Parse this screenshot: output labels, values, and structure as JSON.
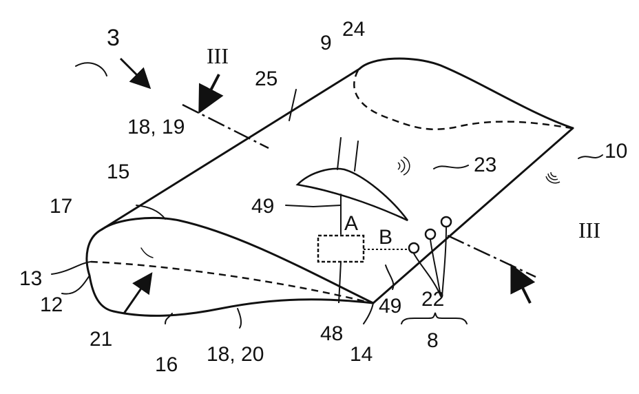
{
  "figure": {
    "ref_3": "3",
    "section_left": "III",
    "section_right": "III",
    "ref_25": "25",
    "ref_9": "9",
    "ref_24": "24",
    "ref_18_19": "18, 19",
    "ref_15": "15",
    "ref_17": "17",
    "ref_13": "13",
    "ref_12": "12",
    "ref_21": "21",
    "ref_16": "16",
    "ref_18_20": "18, 20",
    "ref_48": "48",
    "ref_49_top": "49",
    "ref_49_bottom": "49",
    "ref_A": "A",
    "ref_B": "B",
    "ref_14": "14",
    "ref_22": "22",
    "ref_8": "8",
    "ref_23": "23",
    "ref_10": "10"
  }
}
